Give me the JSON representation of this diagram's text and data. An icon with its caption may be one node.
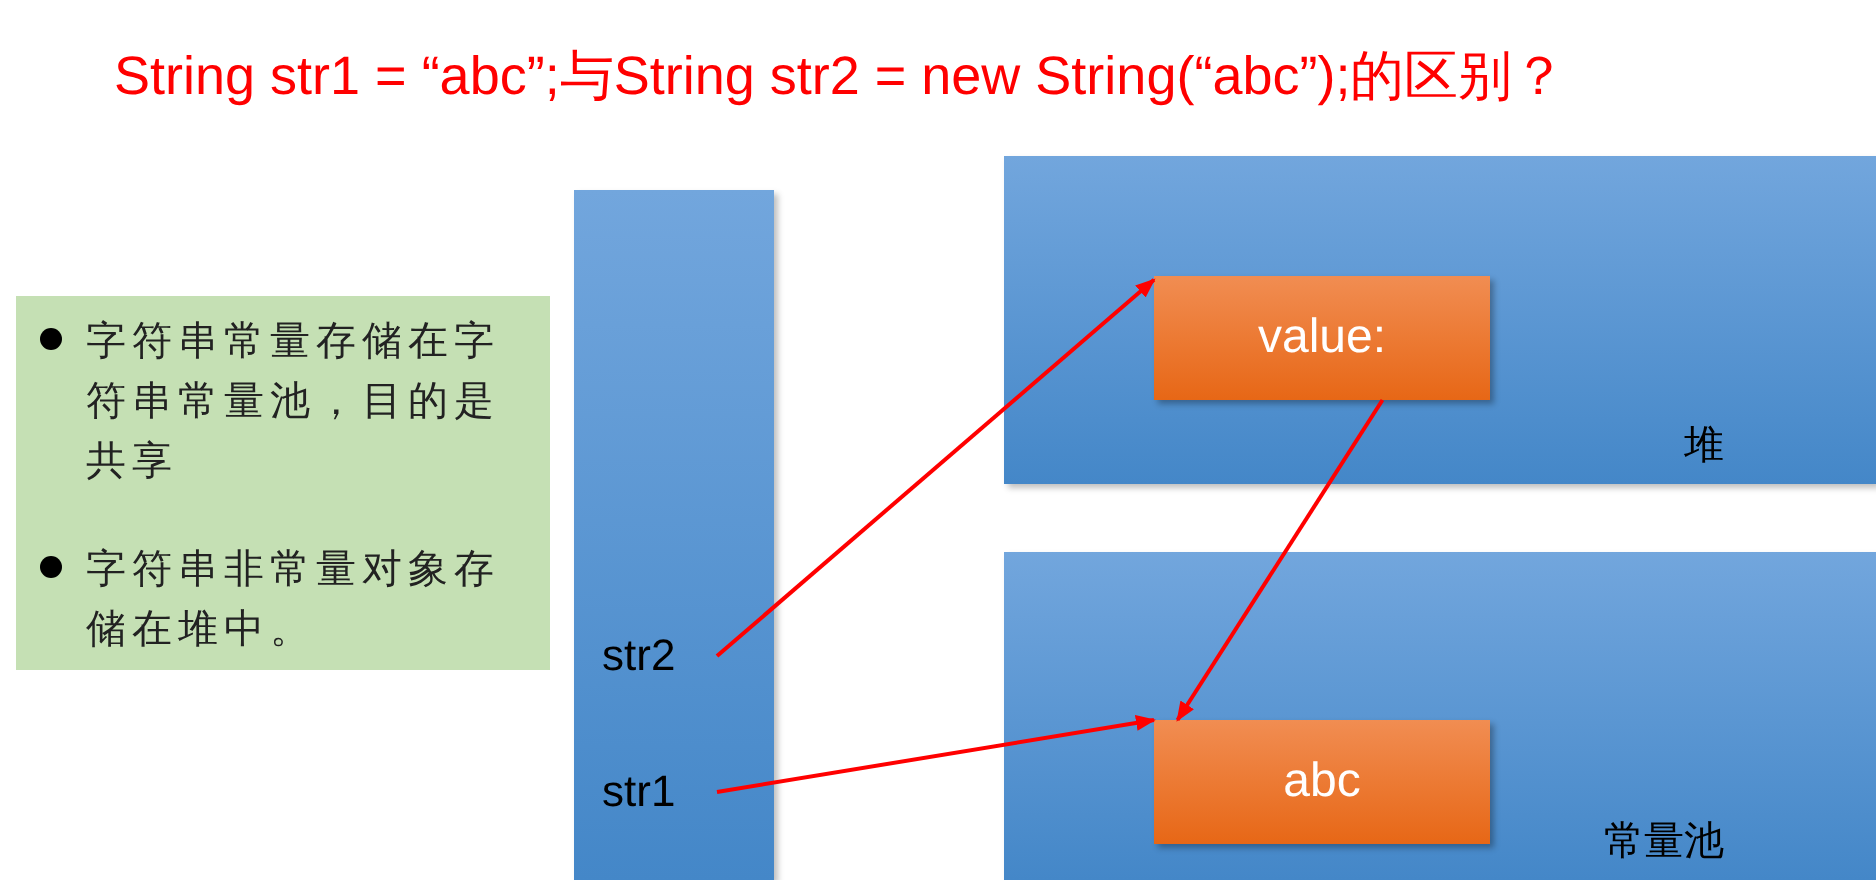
{
  "diagram": {
    "title": "String str1  = “abc”;与String str2 = new String(“abc”);的区别？",
    "nodes": [
      {
        "text": [
          "字符串常量存储在字符串常量池，目的是共享",
          "字符串非常量对象存储在堆中。"
        ]
      },
      {
        "text": [],
        "shape": "bar"
      },
      {
        "text": [
          "str2"
        ],
        "in": 1
      },
      {
        "text": [
          "str1"
        ],
        "in": 1
      },
      {
        "text": [
          "堆"
        ]
      },
      {
        "text": [
          "value:"
        ],
        "in": 4
      },
      {
        "text": [
          "常量池"
        ]
      },
      {
        "text": [
          "abc"
        ],
        "in": 6
      }
    ],
    "edges": [
      {
        "from": 2,
        "to": 5,
        "arrow": "to",
        "color": "#ff0000"
      },
      {
        "from": 3,
        "to": 7,
        "arrow": "to",
        "color": "#ff0000"
      },
      {
        "from": 5,
        "to": 7,
        "arrow": "to",
        "color": "#ff0000"
      }
    ]
  }
}
